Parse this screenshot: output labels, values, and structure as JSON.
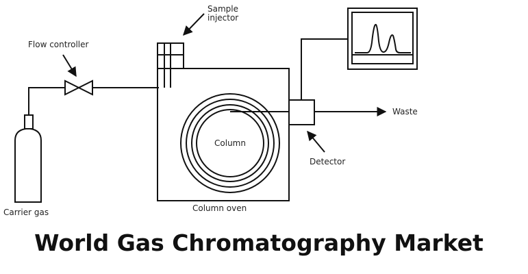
{
  "labels": {
    "sample_injector_line1": "Sample",
    "sample_injector_line2": "injector",
    "flow_controller": "Flow controller",
    "carrier_gas": "Carrier gas",
    "column": "Column",
    "column_oven": "Column oven",
    "detector": "Detector",
    "waste": "Waste"
  },
  "title": "World Gas Chromatography Market",
  "colors": {
    "line": "#111111",
    "text": "#222222",
    "title": "#111111",
    "background": "#ffffff"
  }
}
